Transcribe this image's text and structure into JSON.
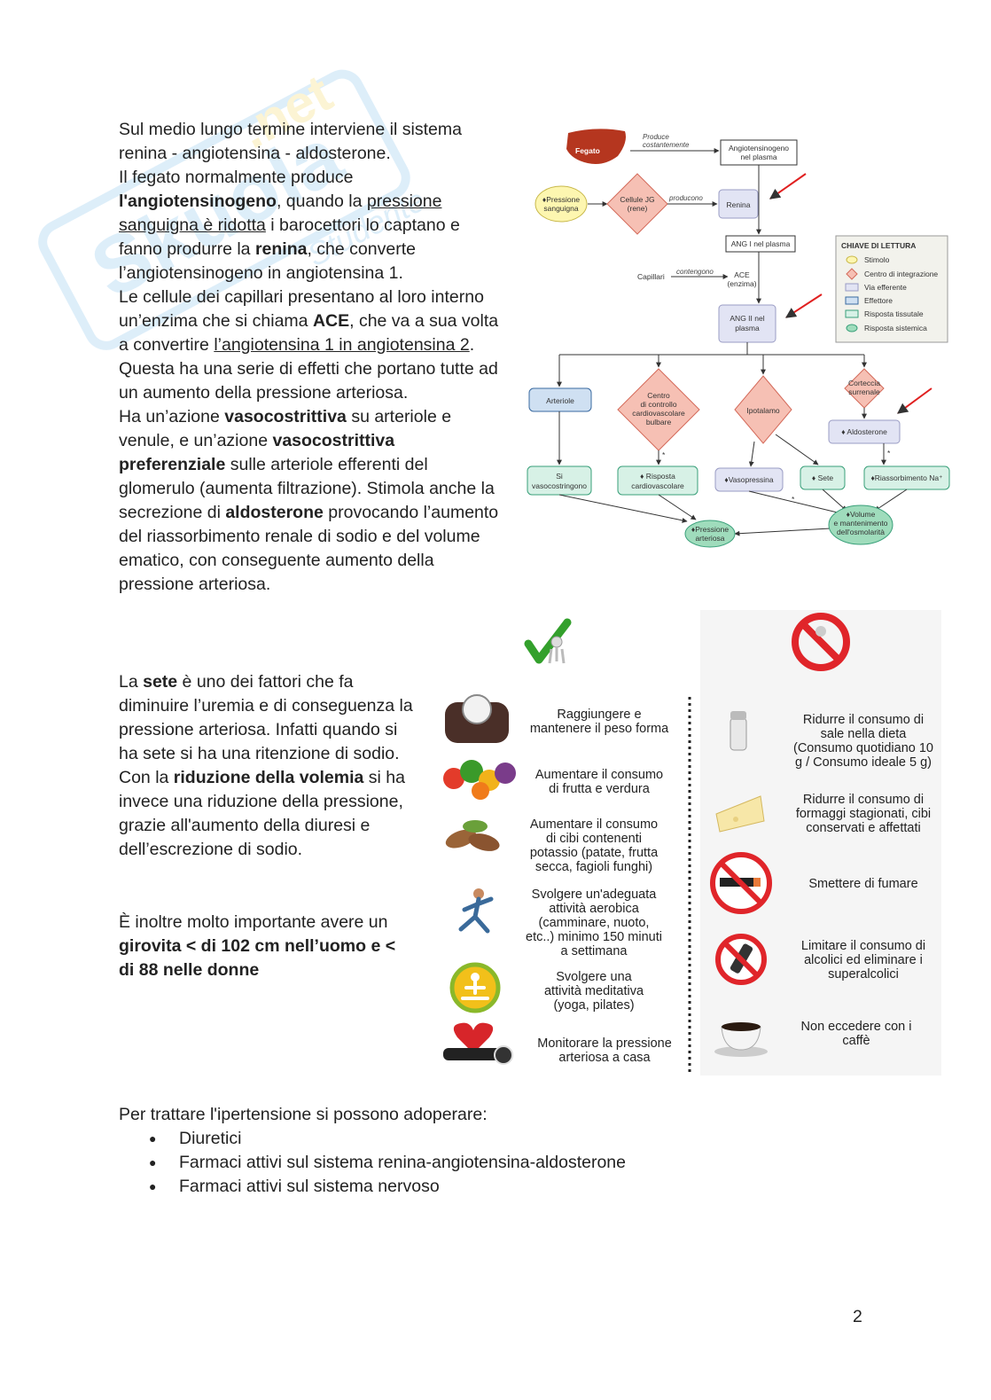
{
  "watermark": {
    "line1": "Skuola",
    "line2": ".net",
    "line3": "Studente"
  },
  "section1": {
    "l1": "Sul medio lungo termine interviene il sistema",
    "l2": "renina - angiotensina - aldosterone.",
    "l3": "Il fegato normalmente produce",
    "l4a": "l'angiotensinogeno",
    "l4b": ", quando la ",
    "l4c": "pressione",
    "l5a": "sanguigna è ridotta",
    "l5b": " i barocettori lo captano e",
    "l6a": "fanno produrre la ",
    "l6b": "renina",
    "l6c": ", che converte",
    "l7": "l’angiotensinogeno in angiotensina 1.",
    "l8": "Le cellule dei capillari presentano al loro interno",
    "l9a": "un’enzima che si chiama ",
    "l9b": "ACE",
    "l9c": ", che va a sua volta",
    "l10a": "a convertire ",
    "l10b": "l’angiotensina 1 in angiotensina 2",
    "l10c": ".",
    "l11": "Questa ha una serie di effetti che portano tutte ad",
    "l12": "un aumento della pressione arteriosa.",
    "l13a": "Ha un’azione ",
    "l13b": "vasocostrittiva",
    "l13c": " su arteriole e",
    "l14a": "venule, e un’azione ",
    "l14b": "vasocostrittiva",
    "l15a": "preferenziale",
    "l15b": " sulle arteriole efferenti del",
    "l16": "glomerulo (aumenta filtrazione). Stimola anche la",
    "l17a": "secrezione di ",
    "l17b": "aldosterone",
    "l17c": " provocando l’aumento",
    "l18": "del riassorbimento renale di sodio e del volume",
    "l19": "ematico, con conseguente aumento della",
    "l20": "pressione arteriosa."
  },
  "section2": {
    "l1a": "La ",
    "l1b": "sete",
    "l1c": " è uno dei fattori che fa",
    "l2": "diminuire l’uremia e di conseguenza la",
    "l3": "pressione arteriosa. Infatti quando si",
    "l4": "ha sete si ha una ritenzione di sodio.",
    "l5a": "Con la ",
    "l5b": "riduzione della volemia",
    "l5c": " si ha",
    "l6": "invece una riduzione della pressione,",
    "l7": "grazie all'aumento della diuresi e",
    "l8": "dell’escrezione di sodio."
  },
  "section3": {
    "l1": "È inoltre molto importante avere un",
    "l2": "girovita < di 102 cm nell’uomo e <",
    "l3": "di 88 nelle donne"
  },
  "diagram": {
    "fegato": "Fegato",
    "produce1": "Produce",
    "produce2": "costantemente",
    "angplasma1": "Angiotensinogeno",
    "angplasma2": "nel plasma",
    "pressione1": "♦Pressione",
    "pressione2": "sanguigna",
    "cellule1": "Cellule JG",
    "cellule2": "(rene)",
    "producono": "producono",
    "renina": "Renina",
    "ang1": "ANG I nel plasma",
    "capillari": "Capillari",
    "contengono": "contengono",
    "ace1": "ACE",
    "ace2": "(enzima)",
    "ang2a": "ANG II nel",
    "ang2b": "plasma",
    "key_title": "CHIAVE DI LETTURA",
    "key1": "Stimolo",
    "key2": "Centro di integrazione",
    "key3": "Via efferente",
    "key4": "Effettore",
    "key5": "Risposta tissutale",
    "key6": "Risposta sistemica",
    "arteriole": "Arteriole",
    "centro1": "Centro",
    "centro2": "di controllo",
    "centro3": "cardiovascolare",
    "centro4": "bulbare",
    "ipotalamo": "Ipotalamo",
    "corteccia1": "Corteccia",
    "corteccia2": "surrenale",
    "aldosterone": "♦ Aldosterone",
    "vaso1": "Si",
    "vaso2": "vasocostringono",
    "risposta1": "♦ Risposta",
    "risposta2": "cardiovascolare",
    "vasopressina": "♦Vasopressina",
    "sete": "♦ Sete",
    "riass": "♦Riassorbimento Na⁺",
    "press1": "♦Pressione",
    "press2": "arteriosa",
    "volume1": "♦Volume",
    "volume2": "e mantenimento",
    "volume3": "dell'osmolarità",
    "star": "*"
  },
  "tips": {
    "left": [
      {
        "l1": "Raggiungere e",
        "l2": "mantenere il peso forma"
      },
      {
        "l1": "Aumentare il consumo",
        "l2": "di frutta e verdura"
      },
      {
        "l1": "Aumentare il consumo",
        "l2": "di cibi contenenti",
        "l3": "potassio (patate, frutta",
        "l4": "secca, fagioli funghi)"
      },
      {
        "l1": "Svolgere un'adeguata",
        "l2": "attività  aerobica",
        "l3": "(camminare, nuoto,",
        "l4": "etc..) minimo 150 minuti",
        "l5": "a settimana"
      },
      {
        "l1": "Svolgere una",
        "l2": "attività meditativa",
        "l3": "(yoga, pilates)"
      },
      {
        "l1": "Monitorare la pressione",
        "l2": "arteriosa a casa"
      }
    ],
    "right": [
      {
        "l1": "Ridurre il consumo di",
        "l2": "sale nella dieta",
        "l3": "(Consumo quotidiano 10",
        "l4": "g / Consumo ideale 5 g)"
      },
      {
        "l1": "Ridurre il consumo di",
        "l2": "formaggi stagionati,  cibi",
        "l3": "conservati e affettati"
      },
      {
        "l1": "Smettere di fumare"
      },
      {
        "l1": "Limitare il consumo di",
        "l2": "alcolici ed eliminare i",
        "l3": "superalcolici"
      },
      {
        "l1": "Non eccedere con i",
        "l2": "caffè"
      }
    ]
  },
  "treatment": {
    "intro": "Per trattare l'ipertensione si possono adoperare:",
    "items": [
      "Diuretici",
      "Farmaci attivi sul sistema renina-angiotensina-aldosterone",
      "Farmaci attivi sul sistema nervoso"
    ]
  },
  "page_number": "2"
}
